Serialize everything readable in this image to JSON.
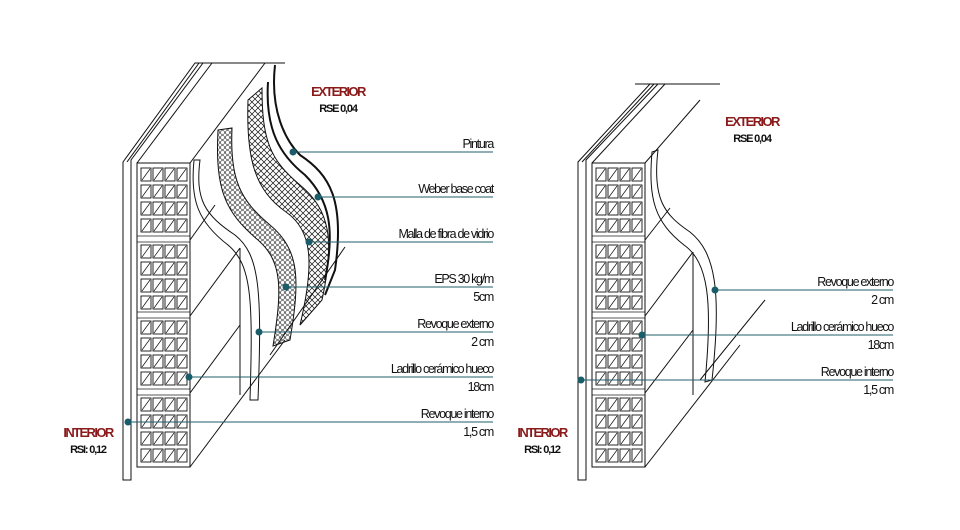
{
  "colors": {
    "leader": "#1f5f6b",
    "dot": "#1a5d6a",
    "title": "#8b1a1a",
    "line": "#111111"
  },
  "left_diagram": {
    "exterior": {
      "title": "EXTERIOR",
      "value": "RSE 0,04"
    },
    "interior": {
      "title": "INTERIOR",
      "value": "RSI: 0,12"
    },
    "layers": [
      {
        "name": "Pintura",
        "thickness": ""
      },
      {
        "name": "Weber base coat",
        "thickness": ""
      },
      {
        "name": "Malla de fibra de vidrio",
        "thickness": ""
      },
      {
        "name": "EPS 30 kg/m",
        "thickness": "5cm"
      },
      {
        "name": "Revoque externo",
        "thickness": "2 cm"
      },
      {
        "name": "Ladrillo cerámico hueco",
        "thickness": "18cm"
      },
      {
        "name": "Revoque interno",
        "thickness": "1,5 cm"
      }
    ]
  },
  "right_diagram": {
    "exterior": {
      "title": "EXTERIOR",
      "value": "RSE 0,04"
    },
    "interior": {
      "title": "INTERIOR",
      "value": "RSI: 0,12"
    },
    "layers": [
      {
        "name": "Revoque externo",
        "thickness": "2 cm"
      },
      {
        "name": "Ladrillo cerámico hueco",
        "thickness": "18cm"
      },
      {
        "name": "Revoque interno",
        "thickness": "1,5 cm"
      }
    ]
  }
}
